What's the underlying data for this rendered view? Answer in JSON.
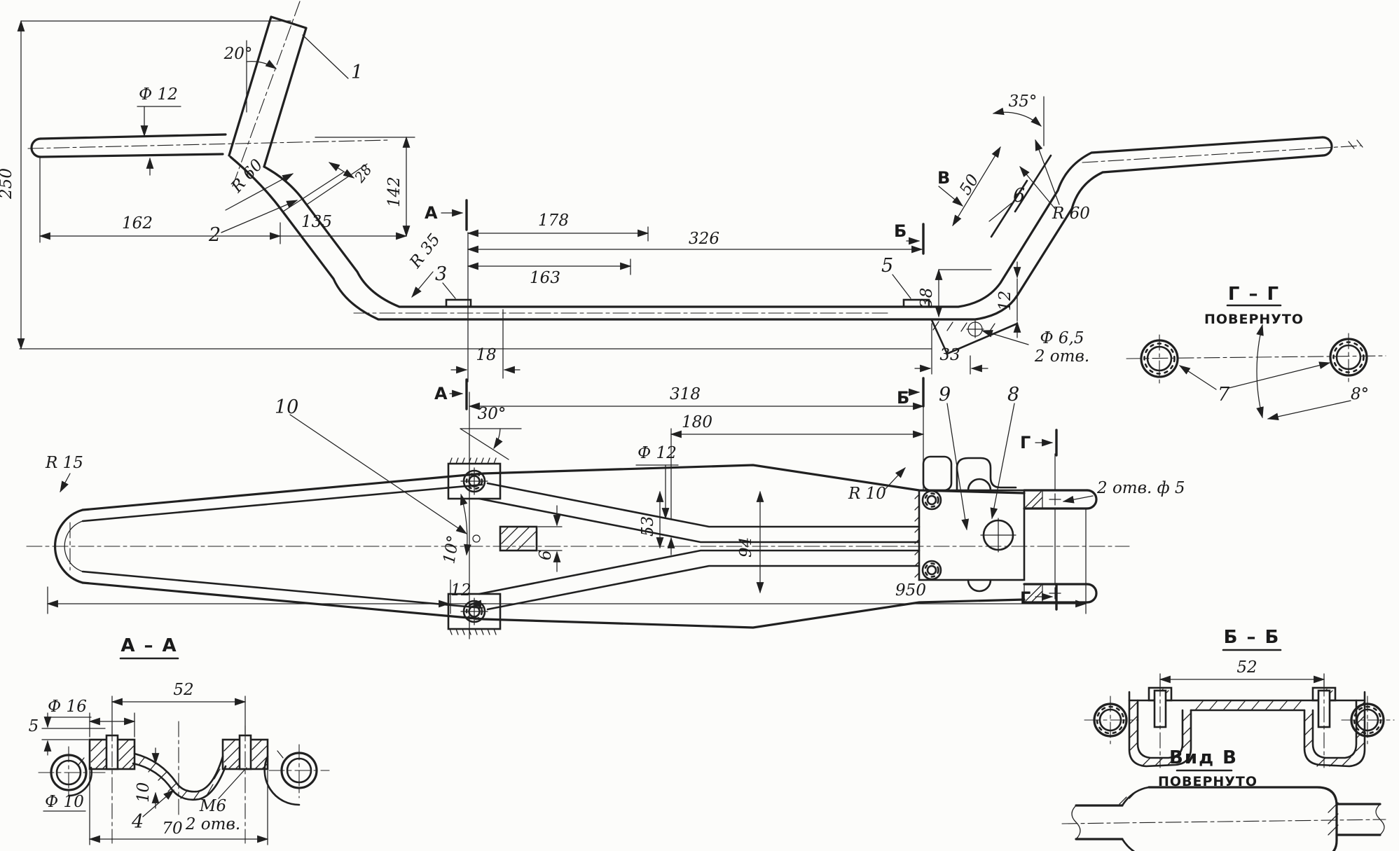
{
  "meta": {
    "ink": "#202020",
    "paper": "#fcfcfa"
  },
  "side_view": {
    "dim_250": "250",
    "angle_20": "20°",
    "part_1": "1",
    "dia_12": "Ф 12",
    "r_60_left": "R 60",
    "dim_162": "162",
    "dim_135": "135",
    "dim_28": "28",
    "dim_142": "142",
    "marker_a": "A",
    "dim_178": "178",
    "dim_326": "326",
    "dim_163": "163",
    "part_2": "2",
    "r_35": "R 35",
    "part_3": "3",
    "dim_18": "18",
    "part_5": "5",
    "marker_b": "Б",
    "dim_38": "38",
    "view_v": "В",
    "dim_50": "50",
    "part_6": "6",
    "angle_35": "35°",
    "r_60_right": "R 60",
    "dim_12": "12",
    "dia_6_5": "Ф 6,5",
    "holes_2": "2 отв.",
    "dim_33": "33"
  },
  "section_gg": {
    "title": "Г – Г",
    "subtitle": "ПОВЕРНУТО",
    "part_7": "7",
    "angle_8": "8°"
  },
  "plan_view": {
    "r_15": "R 15",
    "angle_10": "10°",
    "part_10": "10",
    "dim_318": "318",
    "angle_30": "30°",
    "dim_180": "180",
    "dia_12": "Ф 12",
    "dim_53": "53",
    "dim_94": "94",
    "dim_6": "6",
    "r_10": "R 10",
    "part_9": "9",
    "part_8": "8",
    "marker_g": "Г",
    "holes_2_d5": "2 отв. ф 5",
    "dim_12": "12",
    "dim_950": "950"
  },
  "section_aa": {
    "title": "А – А",
    "dim_52": "52",
    "dia_16": "Ф 16",
    "dim_5": "5",
    "dia_10": "Ф 10",
    "dim_10": "10",
    "part_4": "4",
    "m6": "М6",
    "holes_2": "2 отв.",
    "dim_70": "70"
  },
  "section_bb": {
    "title": "Б – Б",
    "dim_52": "52",
    "view_title": "Вид В",
    "view_subtitle": "ПОВЕРНУТО"
  }
}
